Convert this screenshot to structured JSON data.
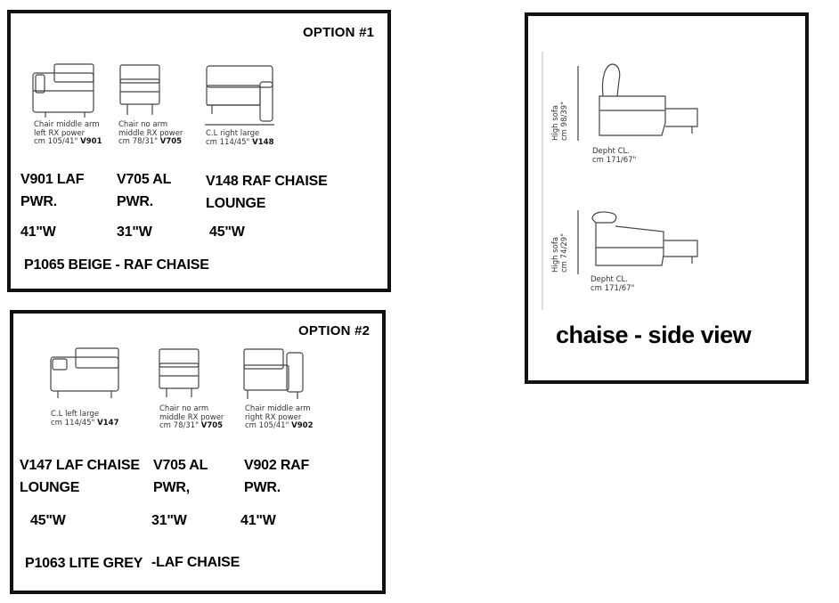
{
  "option1": {
    "title": "OPTION #1",
    "pieces": [
      {
        "caption_lines": [
          "Chair middle arm",
          "left RX power",
          "cm 105/41\""
        ],
        "code": "V901",
        "name_lines": [
          "V901 LAF",
          "PWR."
        ],
        "width": "41\"W",
        "icon": "chair-middle-arm-left-icon"
      },
      {
        "caption_lines": [
          "Chair no arm",
          "middle RX power",
          "cm 78/31\""
        ],
        "code": "V705",
        "name_lines": [
          "V705 AL",
          "PWR."
        ],
        "width": "31\"W",
        "icon": "chair-no-arm-icon"
      },
      {
        "caption_lines": [
          "C.L right large",
          "cm 114/45\""
        ],
        "code": "V148",
        "name_lines": [
          "V148 RAF CHAISE",
          "LOUNGE"
        ],
        "width": "45\"W",
        "icon": "chaise-right-icon"
      }
    ],
    "color_note": "P1065 BEIGE - RAF CHAISE"
  },
  "option2": {
    "title": "OPTION #2",
    "pieces": [
      {
        "caption_lines": [
          "C.L left large",
          "cm 114/45\""
        ],
        "code": "V147",
        "name_lines": [
          "V147 LAF CHAISE",
          "LOUNGE"
        ],
        "width": "45\"W",
        "icon": "chaise-left-icon"
      },
      {
        "caption_lines": [
          "Chair no arm",
          "middle RX power",
          "cm 78/31\""
        ],
        "code": "V705",
        "name_lines": [
          "V705 AL",
          "PWR,"
        ],
        "width": "31\"W",
        "icon": "chair-no-arm-icon"
      },
      {
        "caption_lines": [
          "Chair middle arm",
          "right RX power",
          "cm 105/41\""
        ],
        "code": "V902",
        "name_lines": [
          "V902 RAF",
          "PWR."
        ],
        "width": "41\"W",
        "icon": "chair-middle-arm-right-icon"
      }
    ],
    "color_note_a": "P1063 LITE GREY",
    "color_note_b": "-LAF CHAISE"
  },
  "side_view": {
    "top": {
      "vertical_lines": [
        "High sofa",
        "cm 98/39\""
      ],
      "depth_lines": [
        "Depht CL.",
        "cm 171/67\""
      ]
    },
    "bottom": {
      "vertical_lines": [
        "High sofa",
        "cm 74/29\""
      ],
      "depth_lines": [
        "Depht CL.",
        "cm 171/67\""
      ]
    },
    "label": "chaise - side view"
  }
}
